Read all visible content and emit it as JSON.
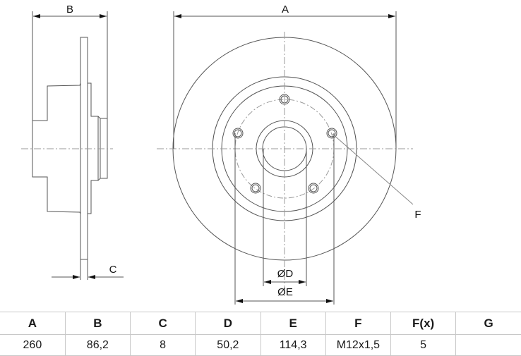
{
  "drawing": {
    "labels": {
      "A": "A",
      "B": "B",
      "C": "C",
      "D": "ØD",
      "E": "ØE",
      "F": "F"
    },
    "colors": {
      "line": "#555555",
      "center_line": "#9a9a9a",
      "text": "#111111",
      "table_border": "#c8c8c8"
    }
  },
  "spec_table": {
    "headers": [
      "A",
      "B",
      "C",
      "D",
      "E",
      "F",
      "F(x)",
      "G"
    ],
    "values": [
      "260",
      "86,2",
      "8",
      "50,2",
      "114,3",
      "M12x1,5",
      "5",
      ""
    ]
  }
}
